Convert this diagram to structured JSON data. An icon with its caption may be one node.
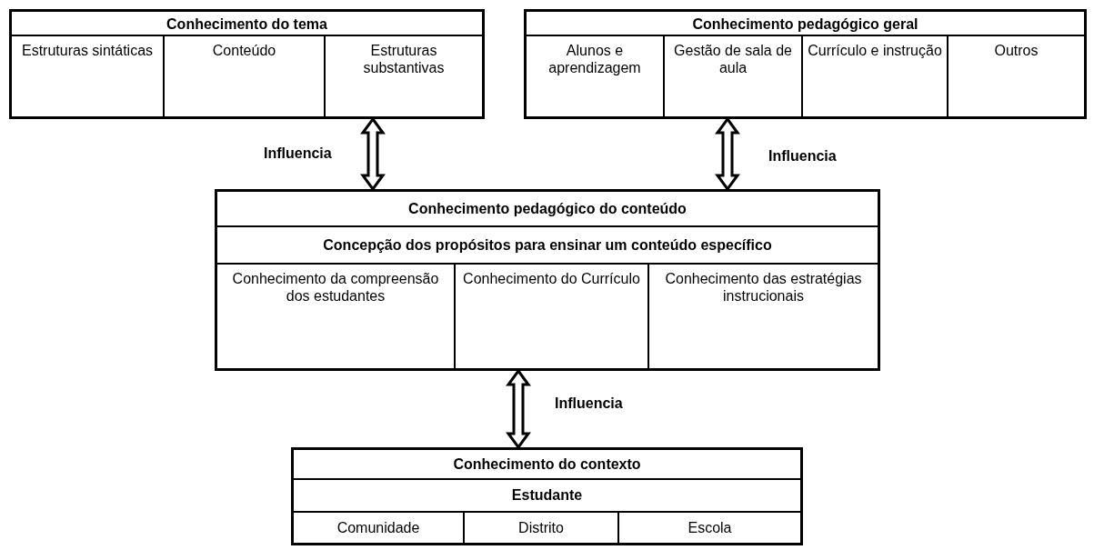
{
  "diagram": {
    "nodes": [
      {
        "text": [
          "Conhecimento do tema"
        ]
      },
      {
        "text": [
          "Estruturas sintáticas"
        ],
        "in": 0
      },
      {
        "text": [
          "Conteúdo"
        ],
        "in": 0
      },
      {
        "text": [
          "Estruturas substantivas"
        ],
        "in": 0
      },
      {
        "text": [
          "Conhecimento pedagógico geral"
        ]
      },
      {
        "text": [
          "Alunos e aprendizagem"
        ],
        "in": 4
      },
      {
        "text": [
          "Gestão de sala de aula"
        ],
        "in": 4
      },
      {
        "text": [
          "Currículo e instrução"
        ],
        "in": 4
      },
      {
        "text": [
          "Outros"
        ],
        "in": 4
      },
      {
        "text": [
          "Conhecimento pedagógico do conteúdo"
        ]
      },
      {
        "text": [
          "Concepção dos propósitos para ensinar um conteúdo específico"
        ],
        "in": 9
      },
      {
        "text": [
          "Conhecimento da compreensão dos estudantes"
        ],
        "in": 9
      },
      {
        "text": [
          "Conhecimento do Currículo"
        ],
        "in": 9
      },
      {
        "text": [
          "Conhecimento das estratégias instrucionais"
        ],
        "in": 9
      },
      {
        "text": [
          "Conhecimento do contexto"
        ]
      },
      {
        "text": [
          "Estudante"
        ],
        "in": 14
      },
      {
        "text": [
          "Comunidade"
        ],
        "in": 14
      },
      {
        "text": [
          "Distrito"
        ],
        "in": 14
      },
      {
        "text": [
          "Escola"
        ],
        "in": 14
      }
    ],
    "edges": [
      {
        "from": 0,
        "to": 9,
        "arrow": "both",
        "label": "Influencia"
      },
      {
        "from": 4,
        "to": 9,
        "arrow": "both",
        "label": "Influencia"
      },
      {
        "from": 9,
        "to": 14,
        "arrow": "both",
        "label": "Influencia"
      }
    ]
  }
}
